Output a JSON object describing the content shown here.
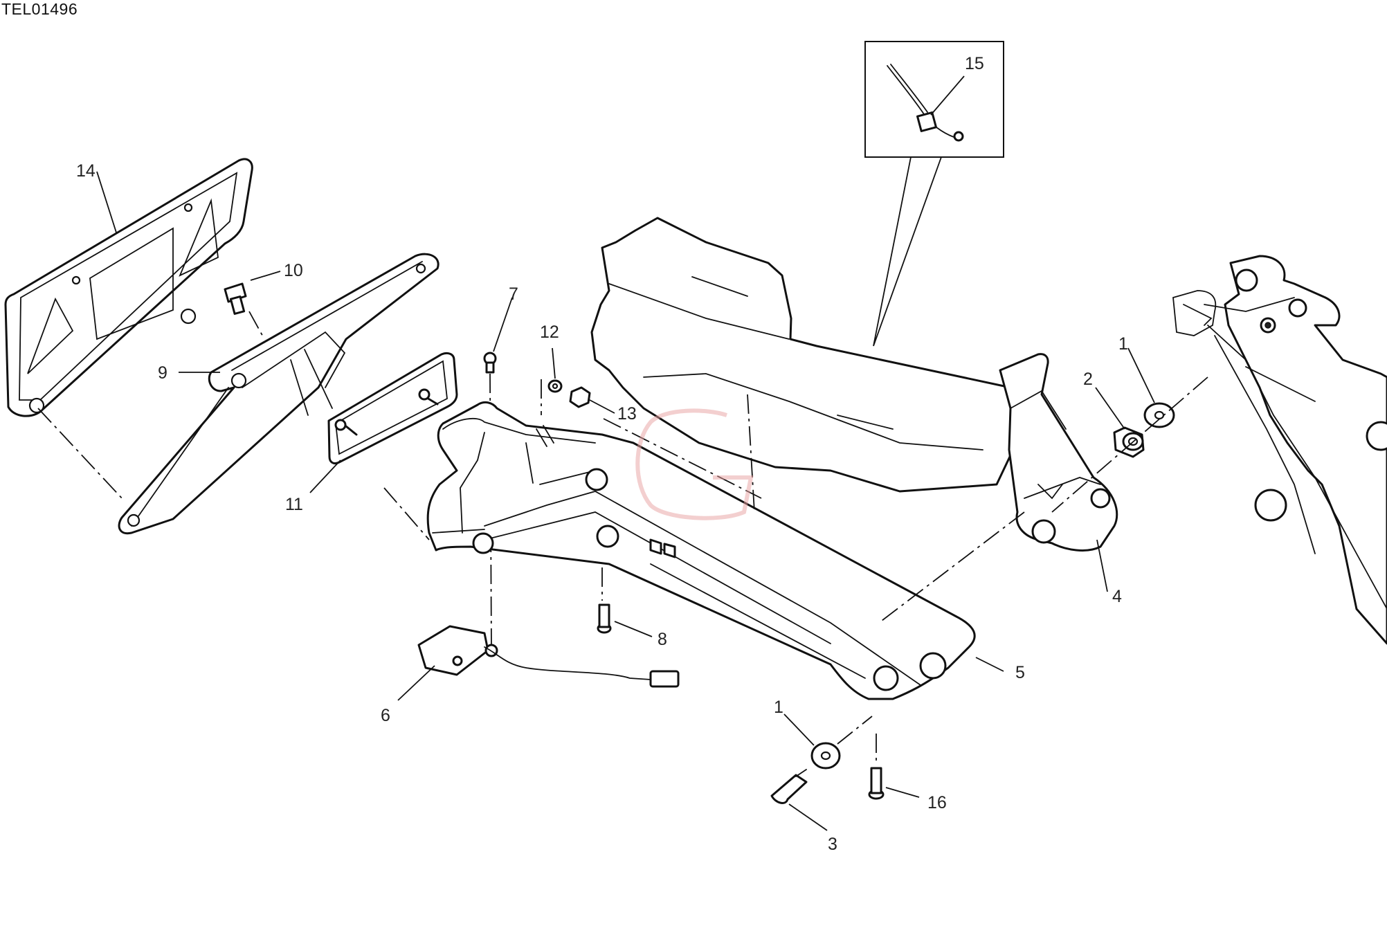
{
  "drawing_code": "TEL01496",
  "callouts": [
    {
      "id": "c14",
      "label": "14"
    },
    {
      "id": "c10",
      "label": "10"
    },
    {
      "id": "c9",
      "label": "9"
    },
    {
      "id": "c11",
      "label": "11"
    },
    {
      "id": "c7",
      "label": "7"
    },
    {
      "id": "c12",
      "label": "12"
    },
    {
      "id": "c13",
      "label": "13"
    },
    {
      "id": "c15",
      "label": "15"
    },
    {
      "id": "c1a",
      "label": "1"
    },
    {
      "id": "c2",
      "label": "2"
    },
    {
      "id": "c4",
      "label": "4"
    },
    {
      "id": "c5",
      "label": "5"
    },
    {
      "id": "c8",
      "label": "8"
    },
    {
      "id": "c6",
      "label": "6"
    },
    {
      "id": "c1b",
      "label": "1"
    },
    {
      "id": "c16",
      "label": "16"
    },
    {
      "id": "c3",
      "label": "3"
    }
  ],
  "watermark": {
    "letter": "G",
    "color": "#e8a0a0"
  }
}
